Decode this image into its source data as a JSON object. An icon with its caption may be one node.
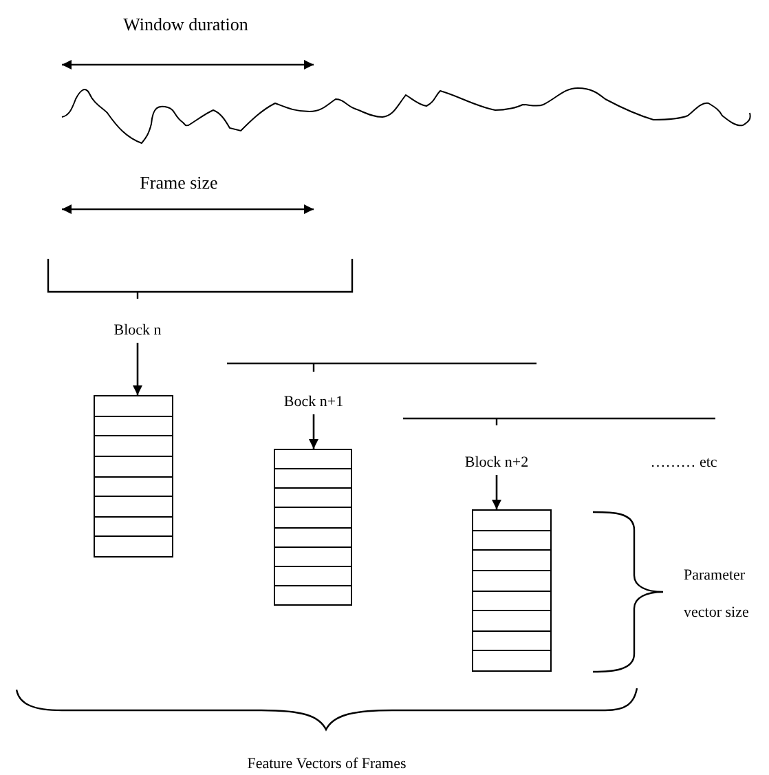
{
  "diagram": {
    "nodes": [
      {
        "text": [
          "Block n"
        ]
      },
      {
        "text": [],
        "shape": "box"
      },
      {
        "text": [
          "Bock n+1"
        ]
      },
      {
        "text": [],
        "shape": "box"
      },
      {
        "text": [
          "Block n+2"
        ]
      },
      {
        "text": [],
        "shape": "box"
      }
    ],
    "edges": [
      {
        "from": 0,
        "to": 1,
        "arrow": "to"
      },
      {
        "from": 2,
        "to": 3,
        "arrow": "to"
      },
      {
        "from": 4,
        "to": 5,
        "arrow": "to"
      }
    ],
    "labels": [
      "Window duration",
      "Frame size",
      "……… etc",
      "Parameter vector size",
      "Feature Vectors of Frames"
    ]
  }
}
